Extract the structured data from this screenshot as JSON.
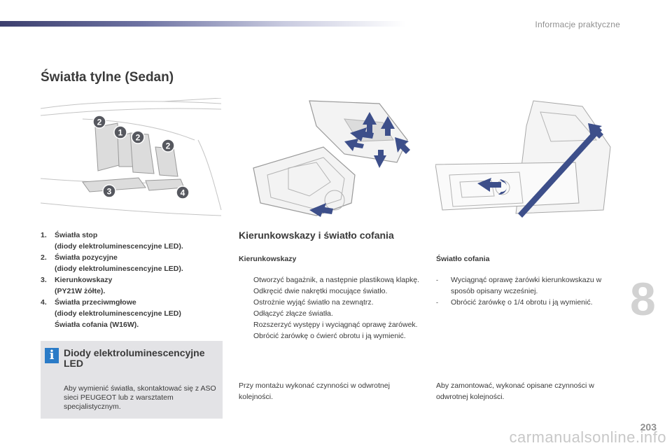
{
  "header": {
    "section": "Informacje praktyczne"
  },
  "page_title": "Światła tylne (Sedan)",
  "chapter": "8",
  "legend": [
    {
      "num": "1.",
      "line1": "Światła stop",
      "line2": "(diody elektroluminescencyjne LED)."
    },
    {
      "num": "2.",
      "line1": "Światła pozycyjne",
      "line2": "(diody elektroluminescencyjne LED)."
    },
    {
      "num": "3.",
      "line1": "Kierunkowskazy",
      "line2": "(PY21W żółte)."
    },
    {
      "num": "4.",
      "line1": "Światła przeciwmgłowe",
      "line2": "(diody elektroluminescencyjne LED)",
      "line3": "Światła cofania (W16W)."
    }
  ],
  "info": {
    "icon": "i",
    "title": "Diody elektroluminescencyjne LED",
    "body": "Aby wymienić światła, skontaktować się z ASO sieci PEUGEOT lub z warsztatem specjalistycznym."
  },
  "section_title": "Kierunkowskazy i światło cofania",
  "left_col": {
    "title": "Kierunkowskazy",
    "bullet_mark": "",
    "items": [
      "Otworzyć bagażnik, a następnie plastikową klapkę.",
      "Odkręcić dwie nakrętki mocujące światło.",
      "Ostrożnie wyjąć światło na zewnątrz.",
      "Odłączyć złącze światła.",
      "Rozszerzyć występy i wyciągnąć oprawę żarówek.",
      "Obrócić żarówkę o ćwierć obrotu i ją wymienić."
    ],
    "footer": "Przy montażu wykonać czynności w odwrotnej kolejności."
  },
  "right_col": {
    "title": "Światło cofania",
    "dash": "-",
    "items": [
      "Wyciągnąć oprawę żarówki kierunkowskazu w sposób opisany wcześniej.",
      "Obrócić żarówkę o 1/4 obrotu i ją wymienić."
    ],
    "footer": "Aby zamontować, wykonać opisane czynności w odwrotnej kolejności."
  },
  "figure1_labels": [
    "1",
    "2",
    "2",
    "2",
    "3",
    "4"
  ],
  "page_number": "203",
  "watermark": "carmanualsonline.info",
  "colors": {
    "accent": "#2a7bc7",
    "badge": "#56585f",
    "arrow": "#3d4f8a",
    "infobox": "#e3e3e6"
  }
}
